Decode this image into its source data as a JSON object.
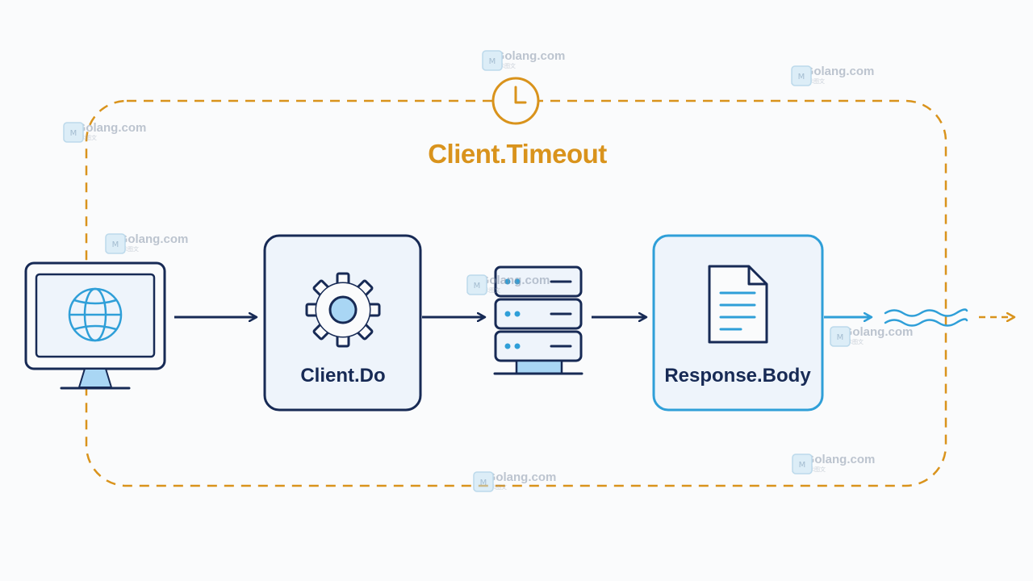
{
  "diagram": {
    "timeout_label": "Client.Timeout",
    "nodes": [
      {
        "id": "client-computer",
        "icon": "globe-monitor-icon"
      },
      {
        "id": "client-do",
        "label": "Client.Do",
        "icon": "gear-icon"
      },
      {
        "id": "server",
        "icon": "server-rack-icon"
      },
      {
        "id": "response-body",
        "label": "Response.Body",
        "icon": "document-icon"
      },
      {
        "id": "stream",
        "icon": "wave-stream-icon"
      }
    ],
    "timer_icon": "clock-icon"
  },
  "watermark": {
    "text": "17Golang.com",
    "subtext": "原创技术图文",
    "icon": "watermark-logo-icon"
  },
  "colors": {
    "navy": "#172a55",
    "blue": "#2f9fd8",
    "light_blue": "#a9d6f4",
    "box_fill": "#eef4fb",
    "orange": "#d9931c"
  }
}
